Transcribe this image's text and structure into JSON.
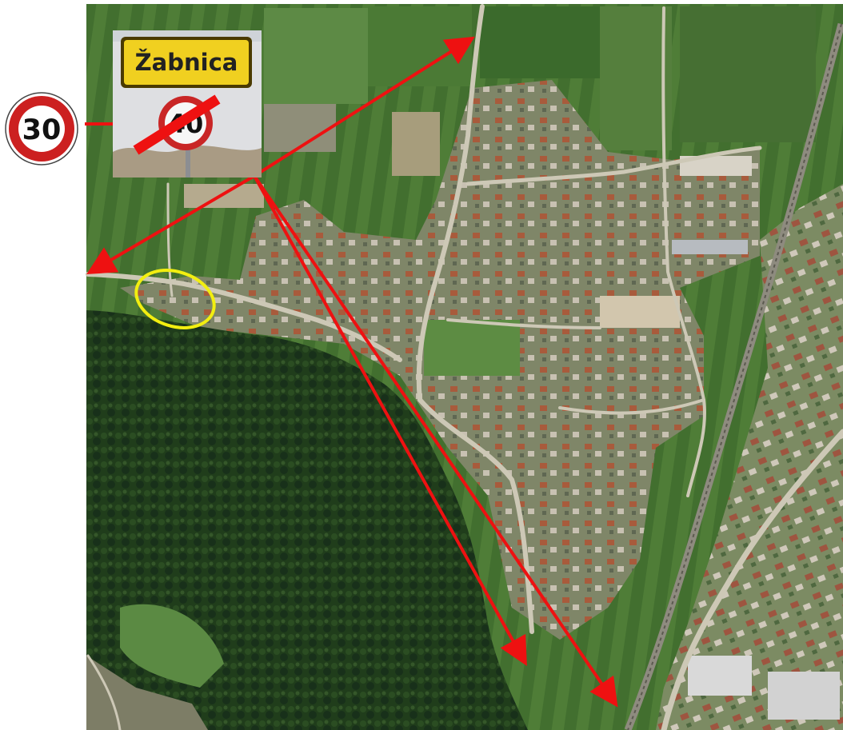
{
  "town_sign": {
    "name": "Žabnica",
    "old_speed_limit": "40",
    "old_limit_crossed_out": true,
    "background": "#f0d020",
    "border": "#4a3a00"
  },
  "new_speed_sign": {
    "speed_limit": "30",
    "ring_color": "#cc2020"
  },
  "annotation_colors": {
    "arrow": "#ee1111",
    "highlight_ellipse": "#f2ee10"
  },
  "map_colors": {
    "field": "#3f6e2d",
    "field_light": "#5e8a42",
    "forest": "#1f3a1a",
    "village": "#8a8a78",
    "road": "#c9c4b4",
    "railway": "#8d8b80"
  }
}
